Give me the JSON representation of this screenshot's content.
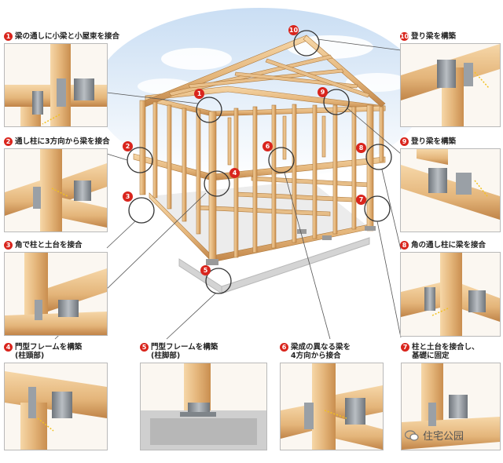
{
  "details": [
    {
      "num": "1",
      "label": "梁の通しに小梁と小屋束を接合"
    },
    {
      "num": "2",
      "label": "通し柱に3方向から梁を接合"
    },
    {
      "num": "3",
      "label": "角で柱と土台を接合"
    },
    {
      "num": "4",
      "label": "門型フレームを構築",
      "sub": "(柱頭部)"
    },
    {
      "num": "5",
      "label": "門型フレームを構築",
      "sub": "(柱脚部)"
    },
    {
      "num": "6",
      "label": "梁成の異なる梁を",
      "sub": "4方向から接合"
    },
    {
      "num": "7",
      "label": "柱と土台を接合し、",
      "sub": "基礎に固定"
    },
    {
      "num": "8",
      "label": "角の通し柱に梁を接合"
    },
    {
      "num": "9",
      "label": "登り梁を構築"
    },
    {
      "num": "10",
      "label": "登り梁を構築"
    }
  ],
  "callout_numbers": [
    "1",
    "2",
    "3",
    "4",
    "5",
    "6",
    "7",
    "8",
    "9",
    "10"
  ],
  "watermark": "住宅公园",
  "colors": {
    "wood": "#e4b57a",
    "wood_dark": "#b07a3c",
    "wood_light": "#f3d3a4",
    "red": "#d9251d",
    "metal": "#8f9499",
    "sky": "#cfe2f3",
    "concrete": "#c9c9c9"
  }
}
